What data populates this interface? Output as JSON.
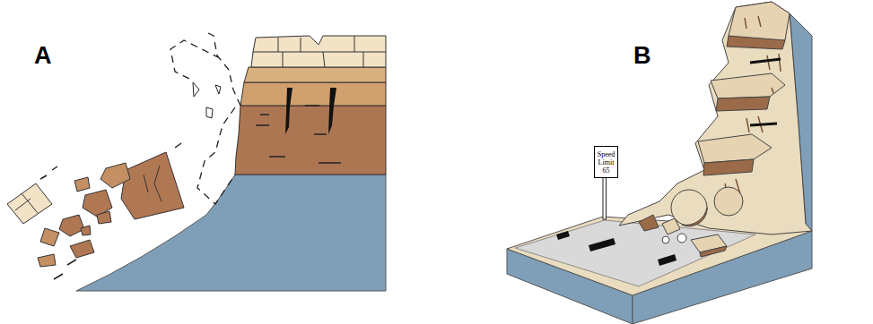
{
  "diagram": {
    "nodes": [
      {
        "text": [
          "Speed Limit 65"
        ]
      }
    ],
    "labels": [
      "A",
      "B"
    ]
  }
}
